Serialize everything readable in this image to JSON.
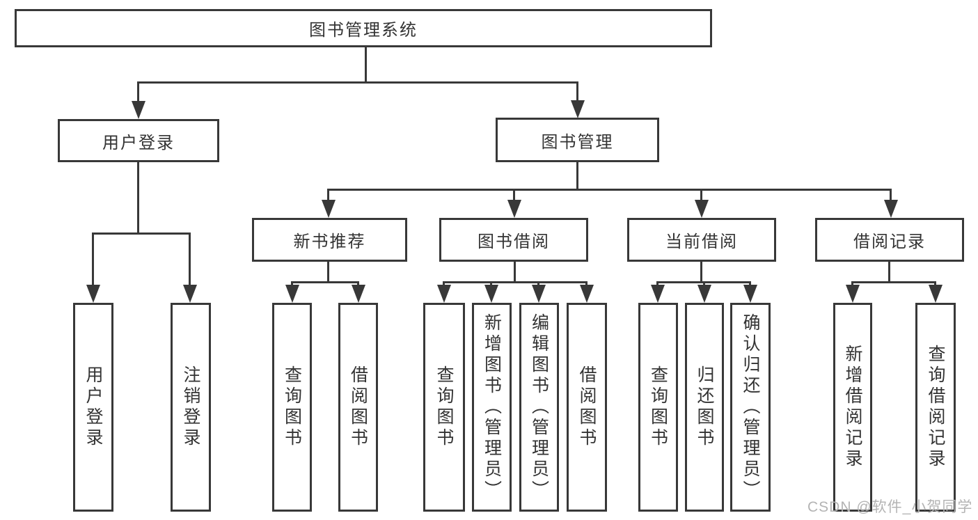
{
  "diagram": {
    "colors": {
      "line": "#383838",
      "text": "#333333",
      "background": "#ffffff",
      "watermark_color": "#b4b4b4"
    },
    "tree": {
      "label": "图书管理系统",
      "children": [
        {
          "label": "用户登录",
          "children": [
            {
              "label": "用户登录"
            },
            {
              "label": "注销登录"
            }
          ]
        },
        {
          "label": "图书管理",
          "children": [
            {
              "label": "新书推荐",
              "children": [
                {
                  "label": "查询图书"
                },
                {
                  "label": "借阅图书"
                }
              ]
            },
            {
              "label": "图书借阅",
              "children": [
                {
                  "label": "查询图书"
                },
                {
                  "label": "新增图书（管理员）"
                },
                {
                  "label": "编辑图书（管理员）"
                },
                {
                  "label": "借阅图书"
                }
              ]
            },
            {
              "label": "当前借阅",
              "children": [
                {
                  "label": "查询图书"
                },
                {
                  "label": "归还图书"
                },
                {
                  "label": "确认归还（管理员）"
                }
              ]
            },
            {
              "label": "借阅记录",
              "children": [
                {
                  "label": "新增借阅记录"
                },
                {
                  "label": "查询借阅记录"
                }
              ]
            }
          ]
        }
      ]
    },
    "watermark": {
      "text": "CSDN @软件_小贺同学"
    }
  }
}
